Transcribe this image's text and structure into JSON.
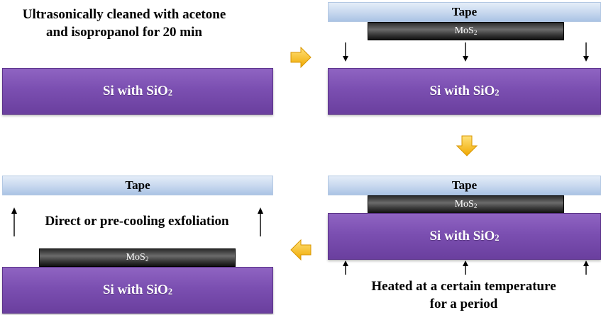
{
  "steps": {
    "step1": {
      "caption_line1": "Ultrasonically cleaned with acetone",
      "caption_line2": "and isopropanol for 20 min",
      "substrate": "Si with SiO"
    },
    "step2": {
      "tape": "Tape",
      "mos2": "MoS",
      "substrate": "Si with SiO"
    },
    "step3": {
      "tape": "Tape",
      "mos2": "MoS",
      "substrate": "Si with SiO",
      "caption_line1": "Heated at a certain temperature",
      "caption_line2": "for a period"
    },
    "step4": {
      "tape": "Tape",
      "caption": "Direct or pre-cooling exfoliation",
      "mos2": "MoS",
      "substrate": "Si with SiO"
    }
  },
  "subscript": "2",
  "colors": {
    "substrate": "#7b4fb1",
    "tape": "#c6d7ee",
    "mos2": "#3a3a3a",
    "flow_arrow": "#f5b800"
  }
}
